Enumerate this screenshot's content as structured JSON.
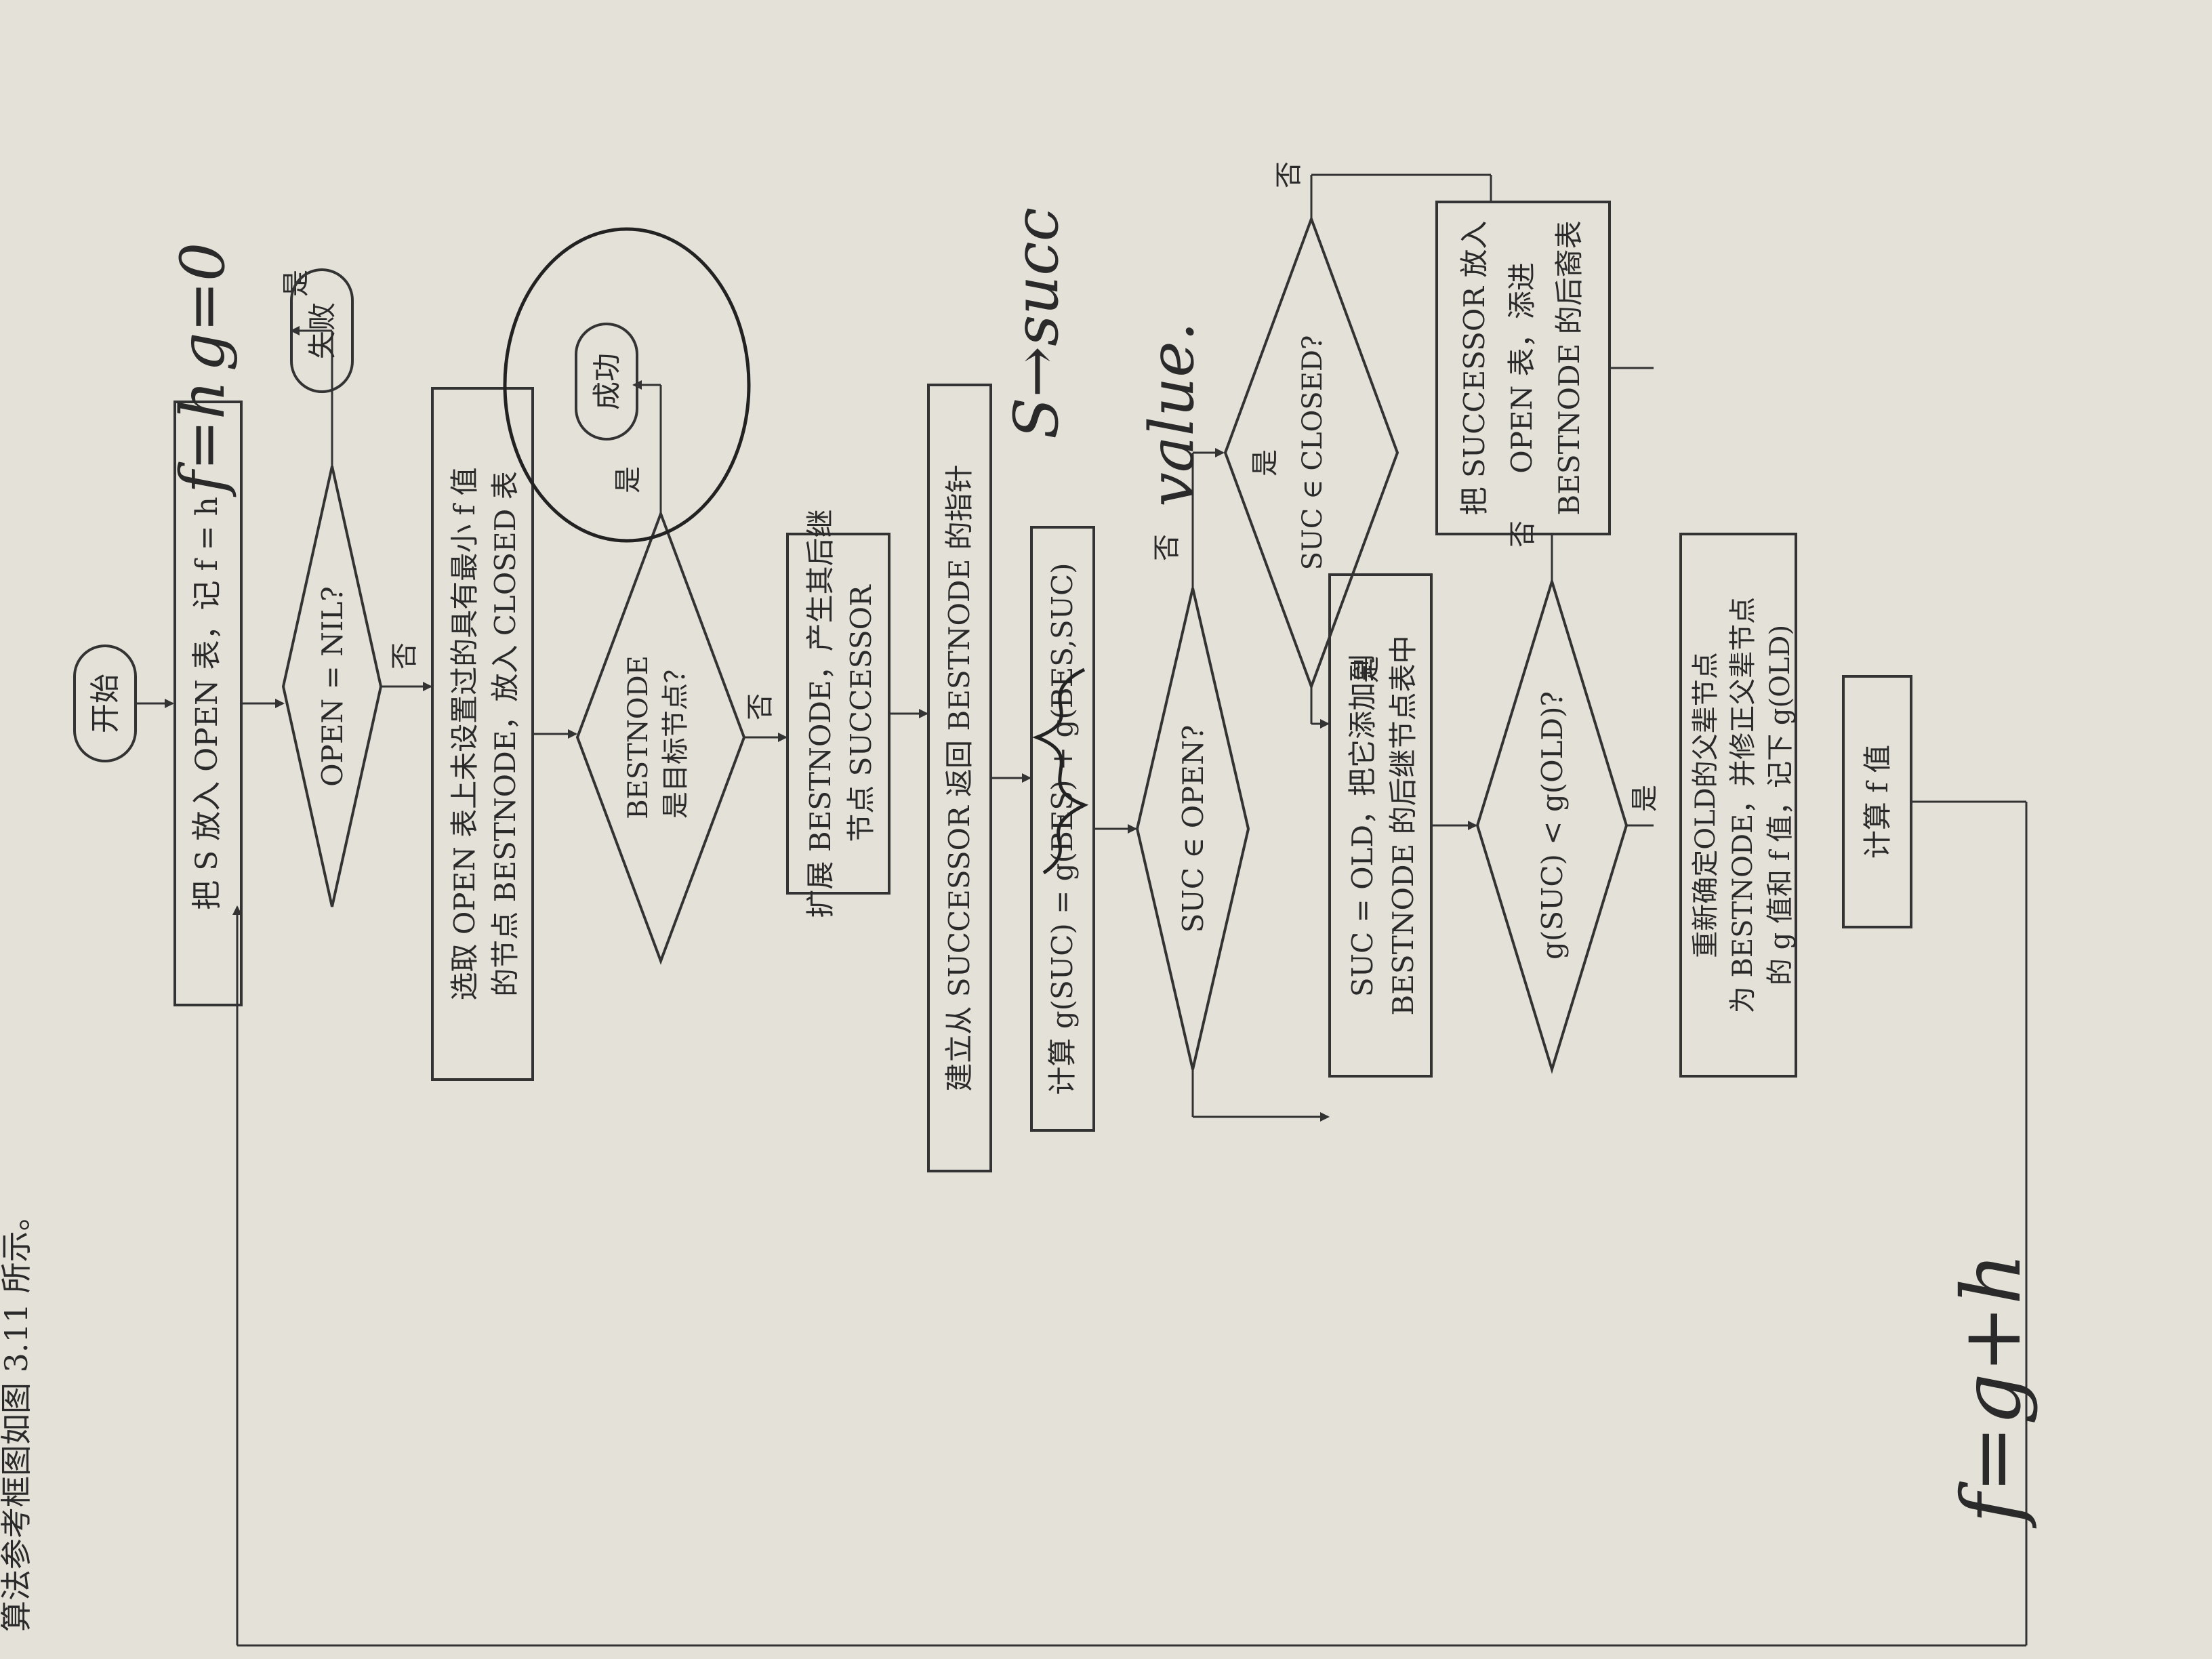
{
  "page_header": "算法参考框图如图 3.11 所示。",
  "nodes": {
    "start": "开始",
    "put_s": "把 S 放入 OPEN 表，记 f = h",
    "open_nil": "OPEN = NIL?",
    "fail": "失败",
    "select_best_line1": "选取 OPEN 表上未设置过的具有最小 f 值",
    "select_best_line2": "的节点 BESTNODE，放入 CLOSED 表",
    "is_goal_line1": "BESTNODE",
    "is_goal_line2": "是目标节点？",
    "success": "成功",
    "expand_line1": "扩展 BESTNODE，产生其后继",
    "expand_line2": "节点 SUCCESSOR",
    "pointer": "建立从 SUCCESSOR 返回 BESTNODE 的指针",
    "compute_g": "计算 g(SUC) = g(BES) + g(BES,SUC)",
    "suc_in_open": "SUC ∈ OPEN?",
    "suc_in_closed": "SUC ∈ CLOSED?",
    "put_successor_line1": "把 SUCCESSOR 放入",
    "put_successor_line2": "OPEN 表，添进",
    "put_successor_line3": "BESTNODE 的后裔表",
    "suc_old_line1": "SUC = OLD，把它添加到",
    "suc_old_line2": "BESTNODE 的后继节点表中",
    "compare_g": "g(SUC) < g(OLD)?",
    "reset_parent_line1": "重新确定OLD的父辈节点",
    "reset_parent_line2": "为 BESTNODE，并修正父辈节点",
    "reset_parent_line3": "的 g 值和 f 值，记下 g(OLD)",
    "compute_f": "计算 f 值"
  },
  "edge_labels": {
    "yes": "是",
    "no": "否"
  },
  "handwriting": [
    "g=0",
    "f=h",
    "f=g+h",
    "S→succ",
    "value."
  ]
}
